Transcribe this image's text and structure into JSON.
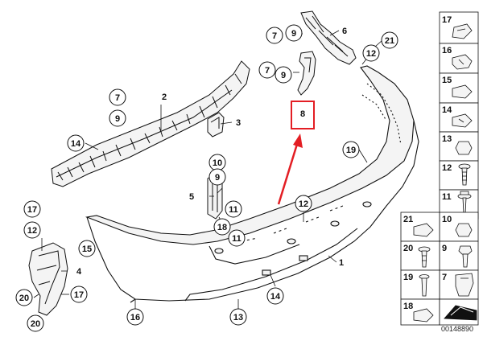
{
  "diagram_id": "00148890",
  "callouts": [
    {
      "id": "c-7a",
      "text": "7"
    },
    {
      "id": "c-9a",
      "text": "9"
    },
    {
      "id": "c-6",
      "text": "6"
    },
    {
      "id": "c-21a",
      "text": "21"
    },
    {
      "id": "c-12a",
      "text": "12"
    },
    {
      "id": "c-7b",
      "text": "7"
    },
    {
      "id": "c-9b",
      "text": "9"
    },
    {
      "id": "c-7c",
      "text": "7"
    },
    {
      "id": "c-2",
      "text": "2"
    },
    {
      "id": "c-9c",
      "text": "9"
    },
    {
      "id": "c-3",
      "text": "3"
    },
    {
      "id": "c-14a",
      "text": "14"
    },
    {
      "id": "c-8",
      "text": "8"
    },
    {
      "id": "c-19a",
      "text": "19"
    },
    {
      "id": "c-10",
      "text": "10"
    },
    {
      "id": "c-9d",
      "text": "9"
    },
    {
      "id": "c-5",
      "text": "5"
    },
    {
      "id": "c-11a",
      "text": "11"
    },
    {
      "id": "c-18a",
      "text": "18"
    },
    {
      "id": "c-11b",
      "text": "11"
    },
    {
      "id": "c-12b",
      "text": "12"
    },
    {
      "id": "c-17a",
      "text": "17"
    },
    {
      "id": "c-12c",
      "text": "12"
    },
    {
      "id": "c-15",
      "text": "15"
    },
    {
      "id": "c-4",
      "text": "4"
    },
    {
      "id": "c-20a",
      "text": "20"
    },
    {
      "id": "c-17b",
      "text": "17"
    },
    {
      "id": "c-20b",
      "text": "20"
    },
    {
      "id": "c-16",
      "text": "16"
    },
    {
      "id": "c-13",
      "text": "13"
    },
    {
      "id": "c-14b",
      "text": "14"
    },
    {
      "id": "c-1",
      "text": "1"
    }
  ],
  "parts_table": [
    {
      "id": "t-17",
      "text": "17"
    },
    {
      "id": "t-16",
      "text": "16"
    },
    {
      "id": "t-15",
      "text": "15"
    },
    {
      "id": "t-14",
      "text": "14"
    },
    {
      "id": "t-13",
      "text": "13"
    },
    {
      "id": "t-12",
      "text": "12"
    },
    {
      "id": "t-11",
      "text": "11"
    },
    {
      "id": "t-21",
      "text": "21"
    },
    {
      "id": "t-10",
      "text": "10"
    },
    {
      "id": "t-20",
      "text": "20"
    },
    {
      "id": "t-9",
      "text": "9"
    },
    {
      "id": "t-19",
      "text": "19"
    },
    {
      "id": "t-7",
      "text": "7"
    },
    {
      "id": "t-18",
      "text": "18"
    }
  ],
  "colors": {
    "highlight": "#e31e24",
    "line": "#111111",
    "part_fill": "#f4f4f4"
  }
}
